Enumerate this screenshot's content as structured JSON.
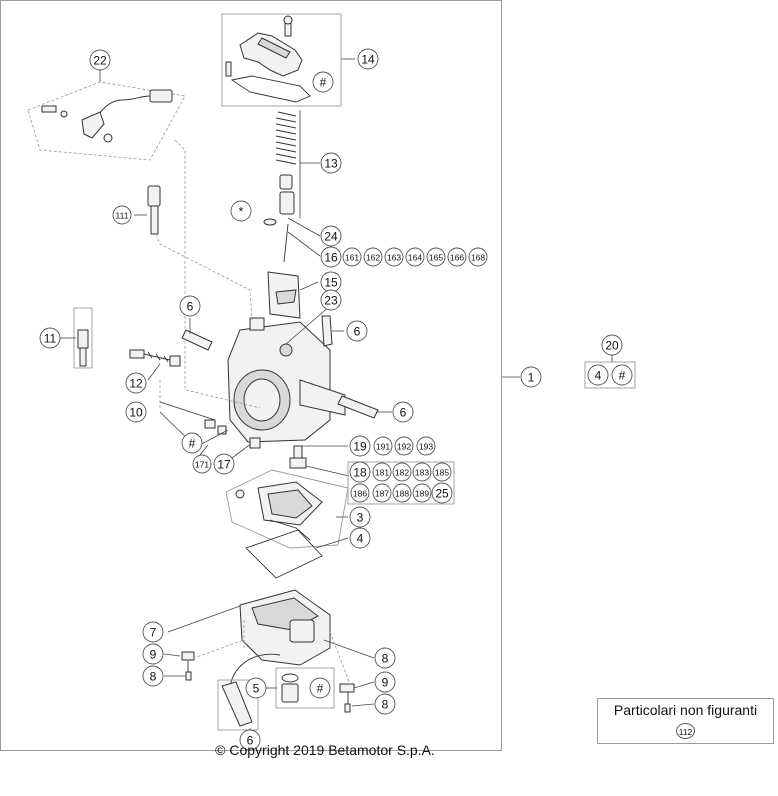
{
  "copyright": "© Copyright 2019 Betamotor S.p.A.",
  "not_shown_panel": {
    "title": "Particolari non figuranti",
    "parts": [
      "112"
    ]
  },
  "callouts": {
    "c1": "1",
    "c3": "3",
    "c4": "4",
    "c5": "5",
    "c6a": "6",
    "c6b": "6",
    "c6c": "6",
    "c6d": "6",
    "c7": "7",
    "c8a": "8",
    "c8b": "8",
    "c8c": "8",
    "c9a": "9",
    "c9b": "9",
    "c10": "10",
    "c11": "11",
    "c12": "12",
    "c13": "13",
    "c14": "14",
    "c15": "15",
    "c16": "16",
    "c17": "17",
    "c18": "18",
    "c19": "19",
    "c20": "20",
    "c22": "22",
    "c23": "23",
    "c24": "24",
    "c25": "25",
    "c111": "111",
    "c171": "171",
    "c161": "161",
    "c162": "162",
    "c163": "163",
    "c164": "164",
    "c165": "165",
    "c166": "166",
    "c168": "168",
    "c181": "181",
    "c182": "182",
    "c183": "183",
    "c185": "185",
    "c186": "186",
    "c187": "187",
    "c188": "188",
    "c189": "189",
    "c191": "191",
    "c192": "192",
    "c193": "193",
    "c20_4": "4",
    "hash14": "#",
    "hash10": "#",
    "hash5": "#",
    "hash20": "#",
    "star": "*"
  }
}
